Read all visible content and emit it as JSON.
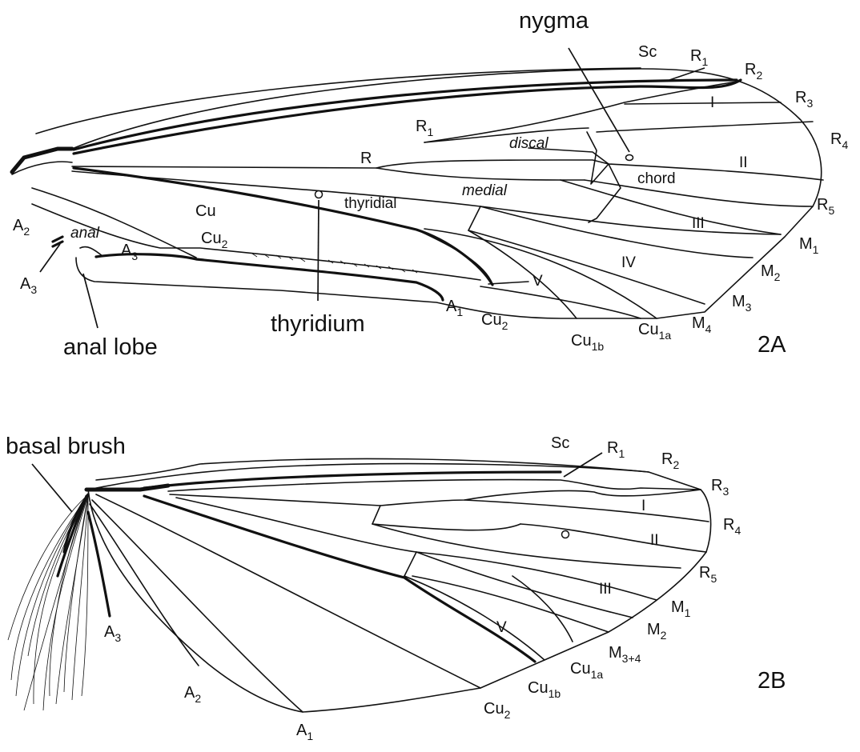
{
  "figure_a": {
    "panel_label": "2A",
    "vein_labels": {
      "sc": "Sc",
      "r1_top": "R1",
      "r2": "R2",
      "r3": "R3",
      "r4": "R4",
      "r5": "R5",
      "r1_inner": "R1",
      "r": "R",
      "cu": "Cu",
      "cu2_inner": "Cu2",
      "a2": "A2",
      "a3_left": "A3",
      "a3_inner": "A3",
      "m1": "M1",
      "m2": "M2",
      "m3": "M3",
      "m4": "M4",
      "cu1a": "Cu1a",
      "cu1b": "Cu1b",
      "cu2_bottom": "Cu2",
      "a1": "A1"
    },
    "cell_labels": {
      "discal": "discal",
      "medial": "medial",
      "thyridial": "thyridial",
      "anal": "anal",
      "chord": "chord",
      "i": "I",
      "ii": "II",
      "iii": "III",
      "iv": "IV",
      "v": "V"
    },
    "callouts": {
      "nygma": "nygma",
      "thyridium": "thyridium",
      "anal_lobe": "anal lobe"
    }
  },
  "figure_b": {
    "panel_label": "2B",
    "vein_labels": {
      "sc": "Sc",
      "r1": "R1",
      "r2": "R2",
      "r3": "R3",
      "r4": "R4",
      "r5": "R5",
      "m1": "M1",
      "m2": "M2",
      "m34": "M3+4",
      "cu1a": "Cu1a",
      "cu1b": "Cu1b",
      "cu2": "Cu2",
      "a1": "A1",
      "a2": "A2",
      "a3": "A3"
    },
    "cell_labels": {
      "i": "I",
      "ii": "II",
      "iii": "III",
      "v": "V"
    },
    "callouts": {
      "basal_brush": "basal brush"
    }
  }
}
